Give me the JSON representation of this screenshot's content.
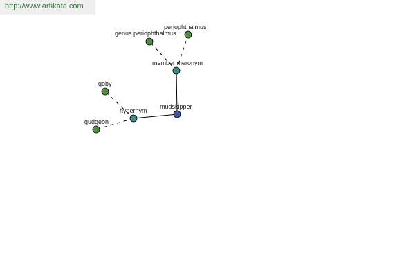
{
  "site": {
    "url_text": "http://www.artikata.com"
  },
  "colors": {
    "leaf": "#4e8f3e",
    "relation": "#3f8e8a",
    "root": "#4356a8",
    "banner_bg": "#efefef",
    "banner_text": "#3a7a3a"
  },
  "graph": {
    "nodes": [
      {
        "id": "mudskipper",
        "label": "mudskipper",
        "kind": "root"
      },
      {
        "id": "member_meronym",
        "label": "member meronym",
        "kind": "relation"
      },
      {
        "id": "hypernym",
        "label": "hypernym",
        "kind": "relation"
      },
      {
        "id": "periophthalmus",
        "label": "periophthalmus",
        "kind": "leaf"
      },
      {
        "id": "genus_periophthalmus",
        "label": "genus periophthalmus",
        "kind": "leaf"
      },
      {
        "id": "goby",
        "label": "goby",
        "kind": "leaf"
      },
      {
        "id": "gudgeon",
        "label": "gudgeon",
        "kind": "leaf"
      }
    ],
    "edges": [
      {
        "from": "mudskipper",
        "to": "member_meronym",
        "style": "solid"
      },
      {
        "from": "mudskipper",
        "to": "hypernym",
        "style": "solid"
      },
      {
        "from": "member_meronym",
        "to": "periophthalmus",
        "style": "dashed"
      },
      {
        "from": "member_meronym",
        "to": "genus_periophthalmus",
        "style": "dashed"
      },
      {
        "from": "hypernym",
        "to": "goby",
        "style": "dashed"
      },
      {
        "from": "hypernym",
        "to": "gudgeon",
        "style": "dashed"
      }
    ]
  }
}
